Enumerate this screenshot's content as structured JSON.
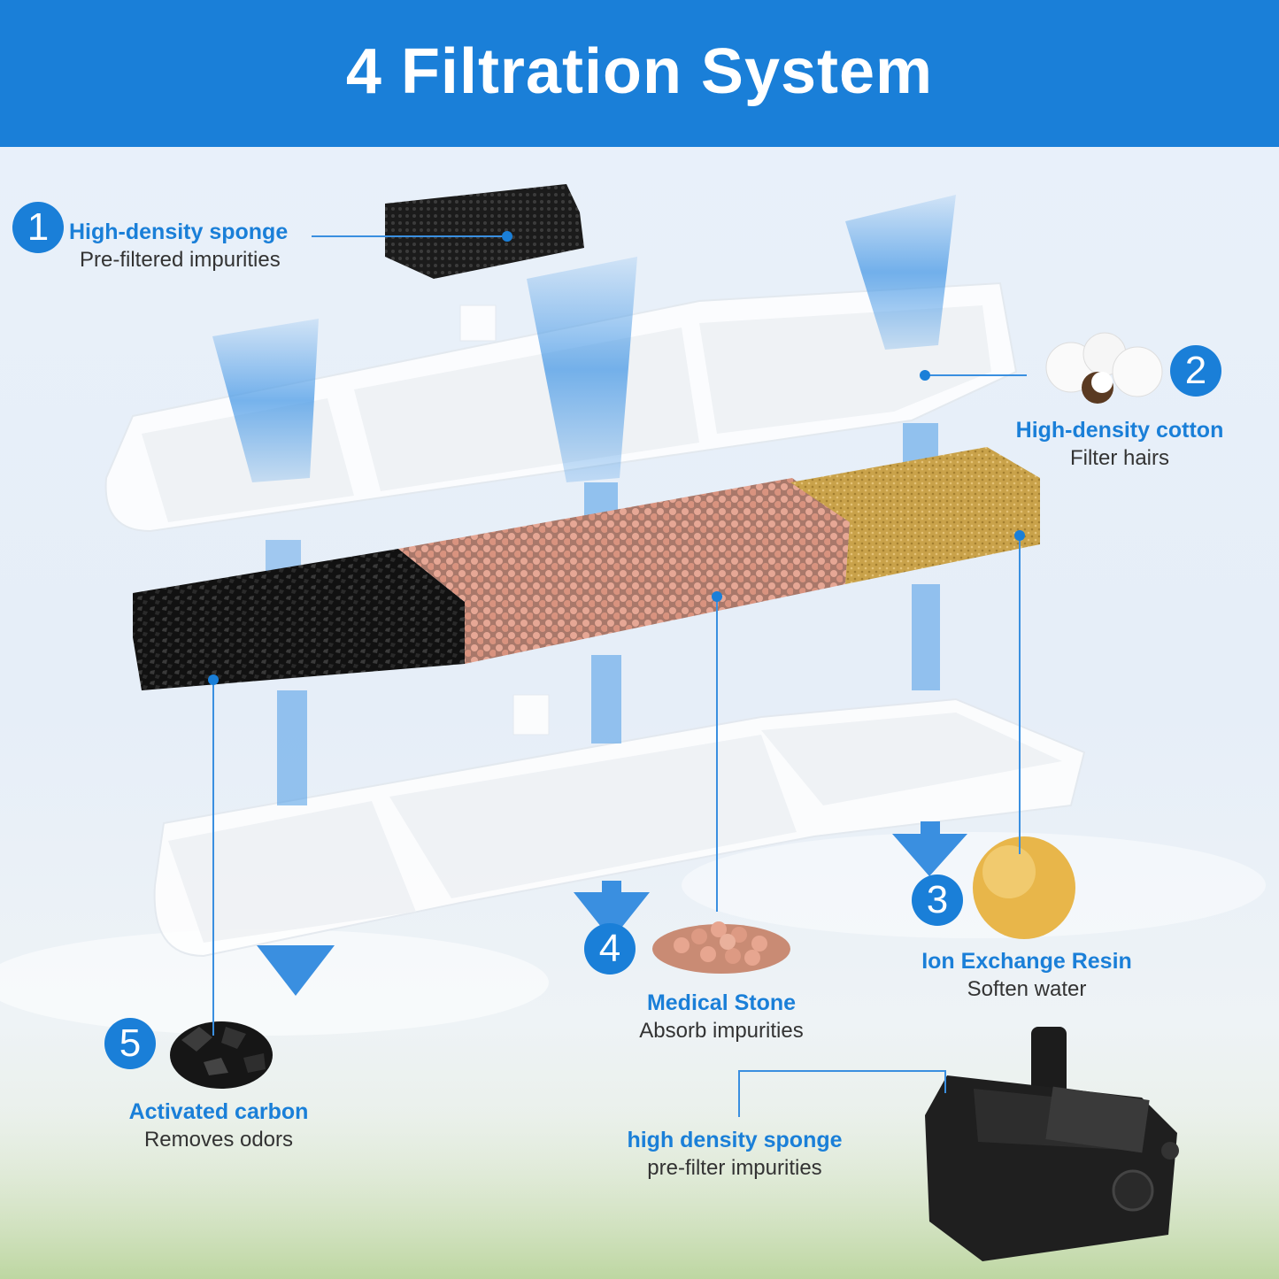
{
  "title": "4 Filtration System",
  "colors": {
    "accent": "#1a7fd8",
    "text": "#333333",
    "background": "#e9f1fa"
  },
  "filters": [
    {
      "number": "1",
      "name": "High-density sponge",
      "description": "Pre-filtered impurities"
    },
    {
      "number": "2",
      "name": "High-density cotton",
      "description": "Filter hairs"
    },
    {
      "number": "3",
      "name": "Ion Exchange Resin",
      "description": "Soften water"
    },
    {
      "number": "4",
      "name": "Medical Stone",
      "description": "Absorb impurities"
    },
    {
      "number": "5",
      "name": "Activated carbon",
      "description": "Removes odors"
    }
  ],
  "pump": {
    "name": "high density sponge",
    "description": "pre-filter impurities"
  }
}
